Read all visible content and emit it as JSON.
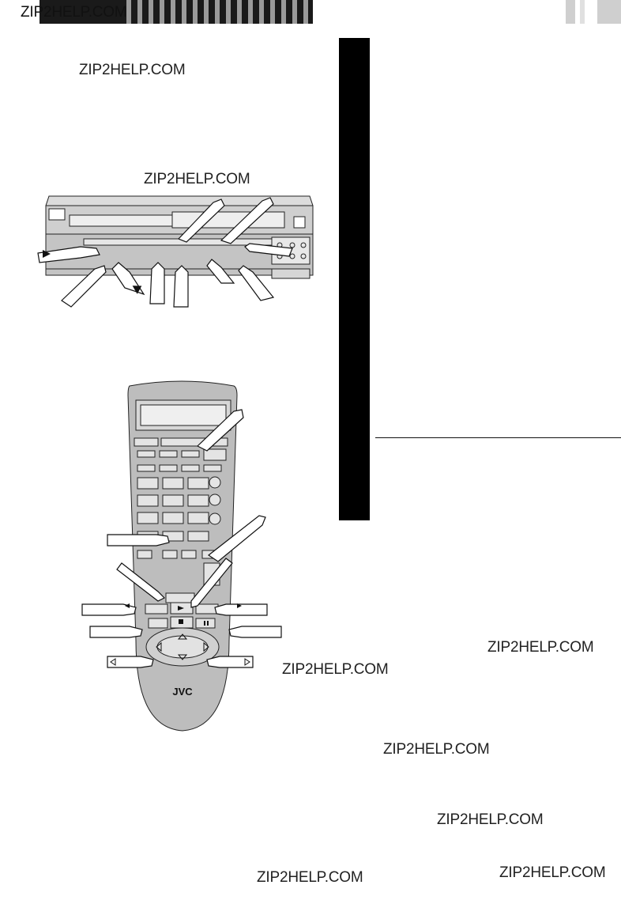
{
  "watermarks": {
    "top": "ZIP2HELP.COM",
    "w1": "ZIP2HELP.COM",
    "w2": "ZIP2HELP.COM",
    "w3": "ZIP2HELP.COM",
    "w4": "ZIP2HELP.COM",
    "w5": "ZIP2HELP.COM",
    "w6": "ZIP2HELP.COM",
    "w7": "ZIP2HELP.COM",
    "w8": "ZIP2HELP.COM"
  },
  "remote": {
    "brand": "JVC"
  },
  "colors": {
    "sidebar": "#000000",
    "remote_body": "#bdbdbd",
    "vcr_body": "#c8c8c8"
  },
  "icons": [
    "pointing-hand-icon",
    "play-icon",
    "stop-icon",
    "pause-icon",
    "rewind-icon",
    "fast-forward-icon",
    "arrow-left-icon",
    "arrow-right-icon",
    "arrow-up-icon",
    "arrow-down-icon"
  ]
}
